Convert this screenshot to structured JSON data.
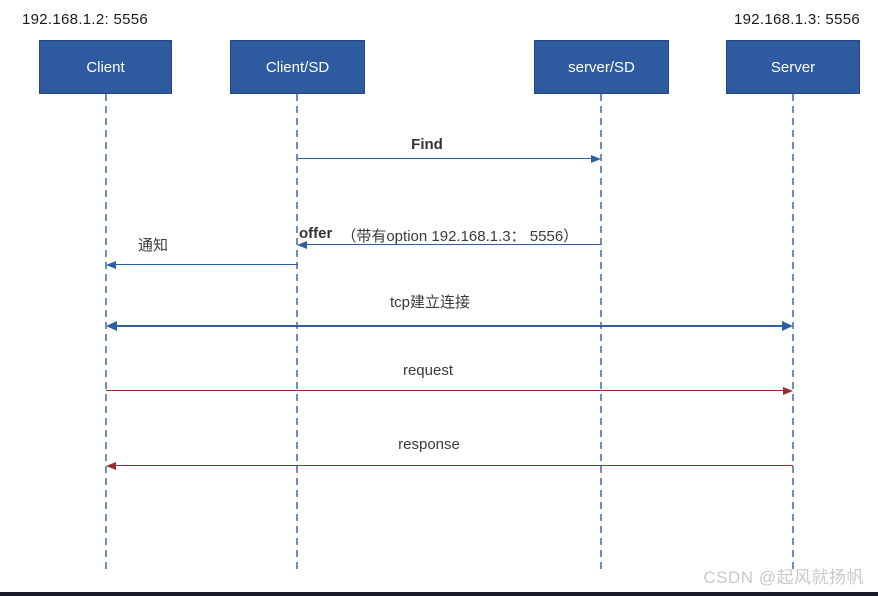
{
  "header": {
    "left_ip": "192.168.1.2: 5556",
    "right_ip": "192.168.1.3: 5556"
  },
  "actors": [
    {
      "label": "Client"
    },
    {
      "label": "Client/SD"
    },
    {
      "label": "server/SD"
    },
    {
      "label": "Server"
    }
  ],
  "messages": {
    "find": {
      "label": "Find",
      "from": "Client/SD",
      "to": "server/SD",
      "color": "#2e5fa3"
    },
    "offer": {
      "label": "offer",
      "detail": "（带有option 192.168.1.3： 5556）",
      "from": "server/SD",
      "to": "Client/SD",
      "color": "#2e5fa3"
    },
    "notify": {
      "label": "通知",
      "from": "Client/SD",
      "to": "Client",
      "color": "#2e5fa3"
    },
    "tcp": {
      "label": "tcp建立连接",
      "from": "Client",
      "to": "Server",
      "bidirectional": true,
      "color": "#2e5fa3"
    },
    "request": {
      "label": "request",
      "from": "Client",
      "to": "Server",
      "color": "#943031"
    },
    "response": {
      "label": "response",
      "from": "Server",
      "to": "Client",
      "color": "#943031"
    }
  },
  "colors": {
    "actor_box": "#2e5b9f",
    "arrow_blue": "#2e5fa3",
    "arrow_red": "#943031",
    "lifeline": "#567bac",
    "watermark": "#c9c9c9",
    "bottom_bar": "#171c28"
  },
  "watermark": "CSDN @起风就扬帆"
}
